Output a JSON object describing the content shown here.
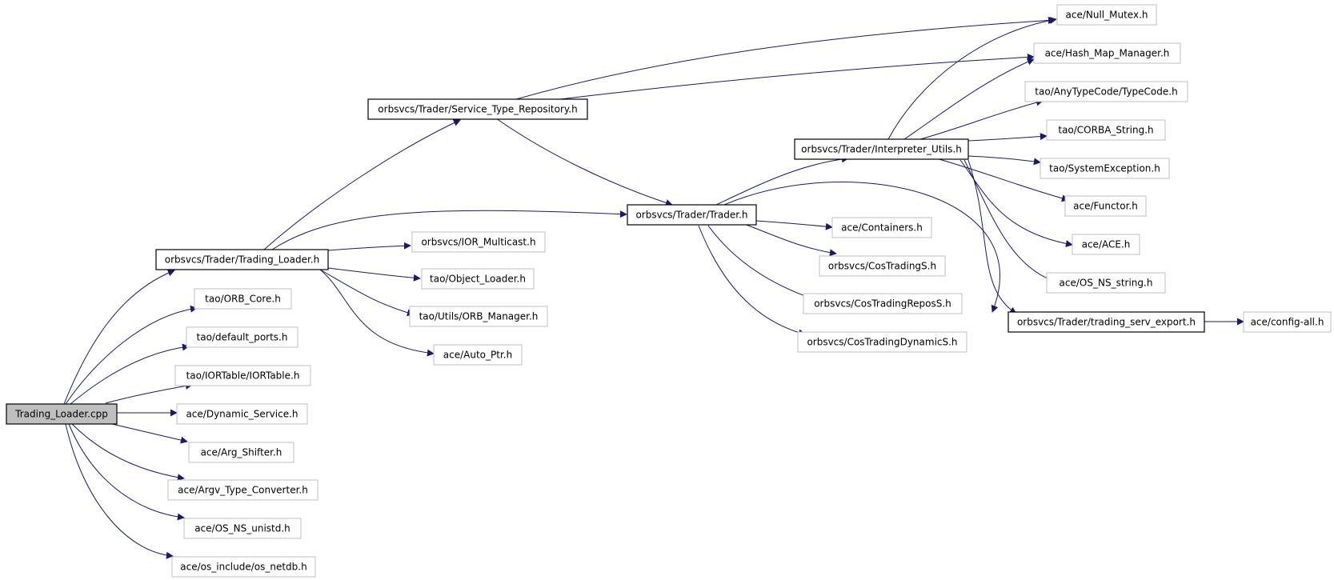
{
  "root": "Trading_Loader.cpp",
  "nodes": {
    "trading_loader_cpp": "Trading_Loader.cpp",
    "trading_loader_h": "orbsvcs/Trader/Trading_Loader.h",
    "orb_core_h": "tao/ORB_Core.h",
    "default_ports_h": "tao/default_ports.h",
    "iortable_h": "tao/IORTable/IORTable.h",
    "dynamic_service_h": "ace/Dynamic_Service.h",
    "arg_shifter_h": "ace/Arg_Shifter.h",
    "argv_type_converter_h": "ace/Argv_Type_Converter.h",
    "os_ns_unistd_h": "ace/OS_NS_unistd.h",
    "os_netdb_h": "ace/os_include/os_netdb.h",
    "service_type_repository_h": "orbsvcs/Trader/Service_Type_Repository.h",
    "ior_multicast_h": "orbsvcs/IOR_Multicast.h",
    "object_loader_h": "tao/Object_Loader.h",
    "orb_manager_h": "tao/Utils/ORB_Manager.h",
    "auto_ptr_h": "ace/Auto_Ptr.h",
    "trader_h": "orbsvcs/Trader/Trader.h",
    "containers_h": "ace/Containers.h",
    "costradings_h": "orbsvcs/CosTradingS.h",
    "costradingrepos_h": "orbsvcs/CosTradingReposS.h",
    "costradingdynamic_h": "orbsvcs/CosTradingDynamicS.h",
    "interpreter_utils_h": "orbsvcs/Trader/Interpreter_Utils.h",
    "null_mutex_h": "ace/Null_Mutex.h",
    "hash_map_manager_h": "ace/Hash_Map_Manager.h",
    "typecode_h": "tao/AnyTypeCode/TypeCode.h",
    "corba_string_h": "tao/CORBA_String.h",
    "systemexception_h": "tao/SystemException.h",
    "functor_h": "ace/Functor.h",
    "ace_h": "ace/ACE.h",
    "os_ns_string_h": "ace/OS_NS_string.h",
    "trading_serv_export_h": "orbsvcs/Trader/trading_serv_export.h",
    "config_all_h": "ace/config-all.h"
  },
  "colors": {
    "edge": "#191970",
    "root_fill": "#bfbfbf",
    "linked_border": "#000000",
    "plain_border": "#bfbfbf"
  }
}
